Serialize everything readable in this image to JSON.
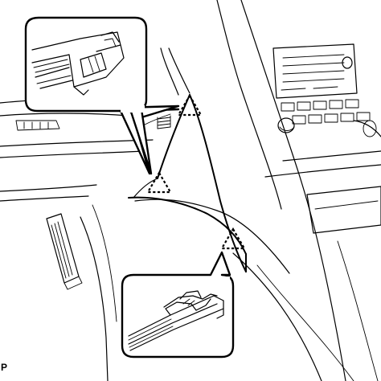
{
  "figure": {
    "code": "P",
    "colors": {
      "ink": "#000000",
      "paper": "#ffffff"
    },
    "clips": [
      {
        "name": "upper-clip",
        "mark": "dashed-triangle"
      },
      {
        "name": "middle-clip",
        "mark": "dashed-triangle"
      },
      {
        "name": "lower-clip",
        "mark": "dashed-triangle"
      }
    ],
    "callouts": [
      {
        "name": "upper-detail",
        "shows": "clip-detail-upper"
      },
      {
        "name": "lower-detail",
        "shows": "clip-detail-lower"
      }
    ]
  }
}
